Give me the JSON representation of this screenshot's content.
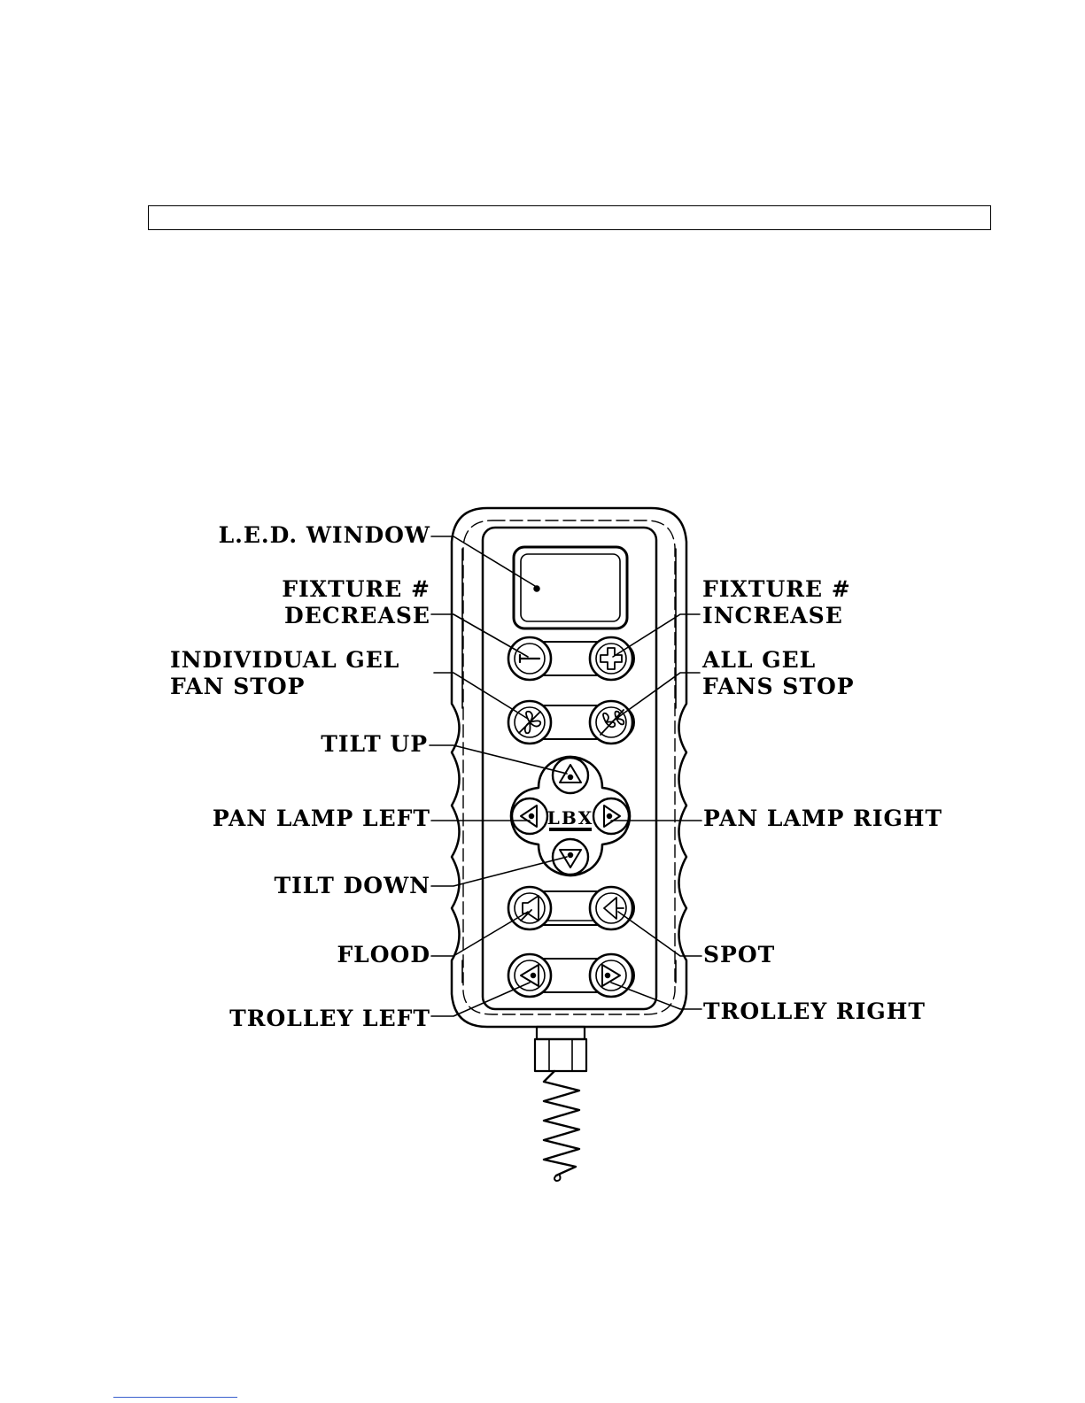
{
  "labels": {
    "led_window": "L.E.D. WINDOW",
    "fixture_decrease": [
      "FIXTURE #",
      "DECREASE"
    ],
    "fixture_increase": [
      "FIXTURE #",
      "INCREASE"
    ],
    "individual_gel_fan_stop": [
      "INDIVIDUAL GEL",
      "FAN STOP"
    ],
    "all_gel_fans_stop": [
      "ALL GEL",
      "FANS STOP"
    ],
    "tilt_up": "TILT UP",
    "pan_lamp_left": "PAN LAMP LEFT",
    "pan_lamp_right": "PAN LAMP RIGHT",
    "tilt_down": "TILT DOWN",
    "flood": "FLOOD",
    "spot": "SPOT",
    "trolley_left": "TROLLEY LEFT",
    "trolley_right": "TROLLEY RIGHT"
  },
  "logo_text": "LBX",
  "icons": [
    "minus-icon",
    "plus-icon",
    "fan-icon",
    "fans-icon",
    "up-arrow-icon",
    "left-arrow-icon",
    "right-arrow-icon",
    "down-arrow-icon",
    "flood-icon",
    "spot-icon"
  ]
}
